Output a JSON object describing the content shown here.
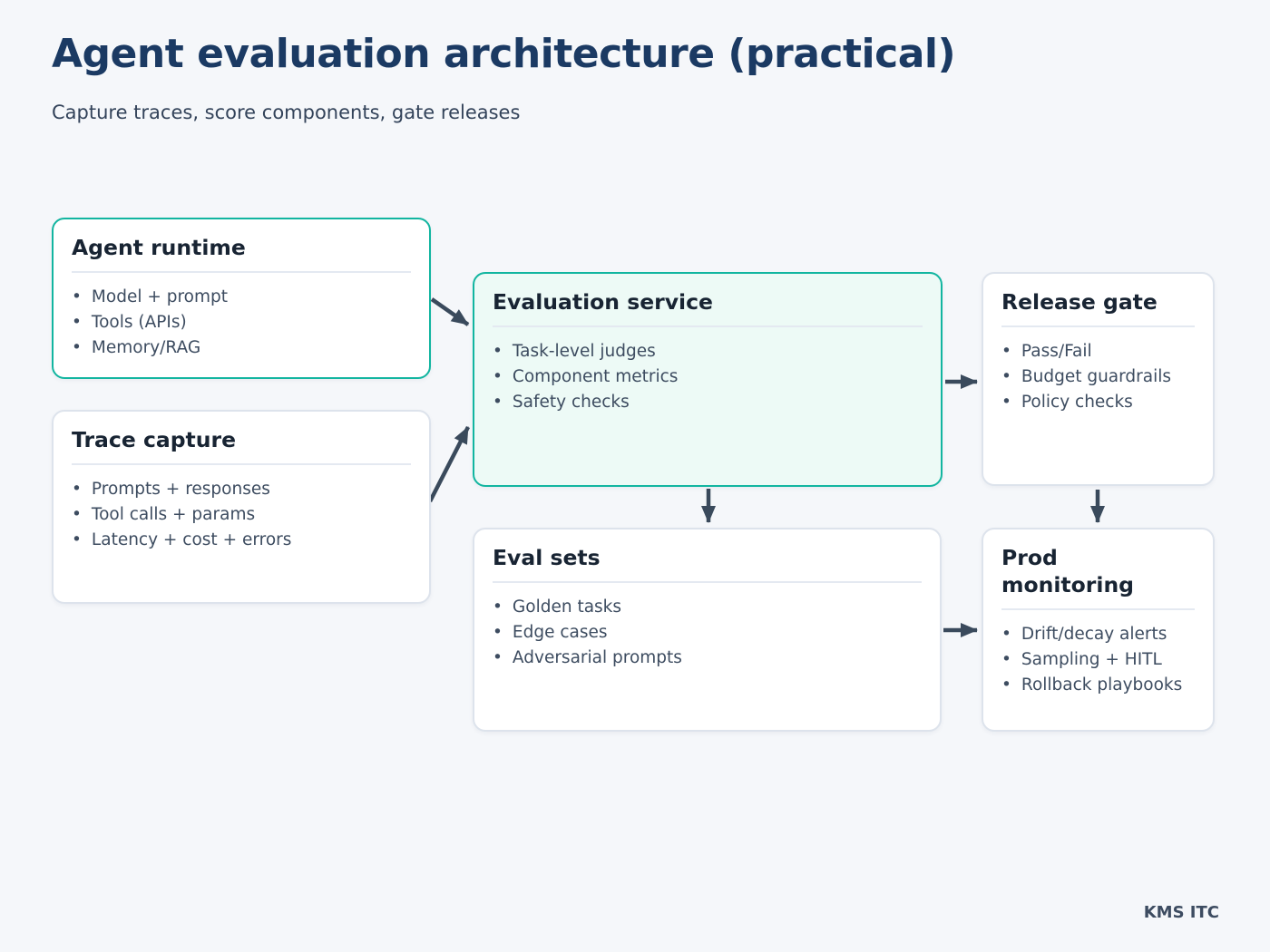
{
  "header": {
    "title": "Agent evaluation architecture (practical)",
    "subtitle": "Capture traces, score components, gate releases"
  },
  "nodes": [
    {
      "id": "agent-runtime",
      "title": "Agent runtime",
      "highlighted": true,
      "filled": false,
      "items": [
        "Model + prompt",
        "Tools (APIs)",
        "Memory/RAG"
      ]
    },
    {
      "id": "trace-capture",
      "title": "Trace capture",
      "highlighted": false,
      "filled": false,
      "items": [
        "Prompts + responses",
        "Tool calls + params",
        "Latency + cost + errors"
      ]
    },
    {
      "id": "evaluation-service",
      "title": "Evaluation service",
      "highlighted": true,
      "filled": true,
      "items": [
        "Task-level judges",
        "Component metrics",
        "Safety checks"
      ]
    },
    {
      "id": "release-gate",
      "title": "Release gate",
      "highlighted": false,
      "filled": false,
      "items": [
        "Pass/Fail",
        "Budget guardrails",
        "Policy checks"
      ]
    },
    {
      "id": "eval-sets",
      "title": "Eval sets",
      "highlighted": false,
      "filled": false,
      "items": [
        "Golden tasks",
        "Edge cases",
        "Adversarial prompts"
      ]
    },
    {
      "id": "prod-monitoring",
      "title": "Prod monitoring",
      "highlighted": false,
      "filled": false,
      "items": [
        "Drift/decay alerts",
        "Sampling + HITL",
        "Rollback playbooks"
      ]
    }
  ],
  "edges": [
    {
      "from": "agent-runtime",
      "to": "evaluation-service"
    },
    {
      "from": "trace-capture",
      "to": "evaluation-service"
    },
    {
      "from": "evaluation-service",
      "to": "release-gate"
    },
    {
      "from": "evaluation-service",
      "to": "eval-sets"
    },
    {
      "from": "release-gate",
      "to": "prod-monitoring"
    },
    {
      "from": "eval-sets",
      "to": "prod-monitoring"
    }
  ],
  "footer": {
    "brand": "KMS ITC"
  },
  "colors": {
    "background": "#f5f7fa",
    "accent_teal": "#12b5a0",
    "accent_fill": "#edfaf6",
    "arrow": "#3a4a5c",
    "title_navy": "#1b3a63",
    "node_title": "#182433",
    "body_text": "#3d4c60",
    "node_border": "#dde3ec",
    "divider": "#e4e9f1"
  }
}
